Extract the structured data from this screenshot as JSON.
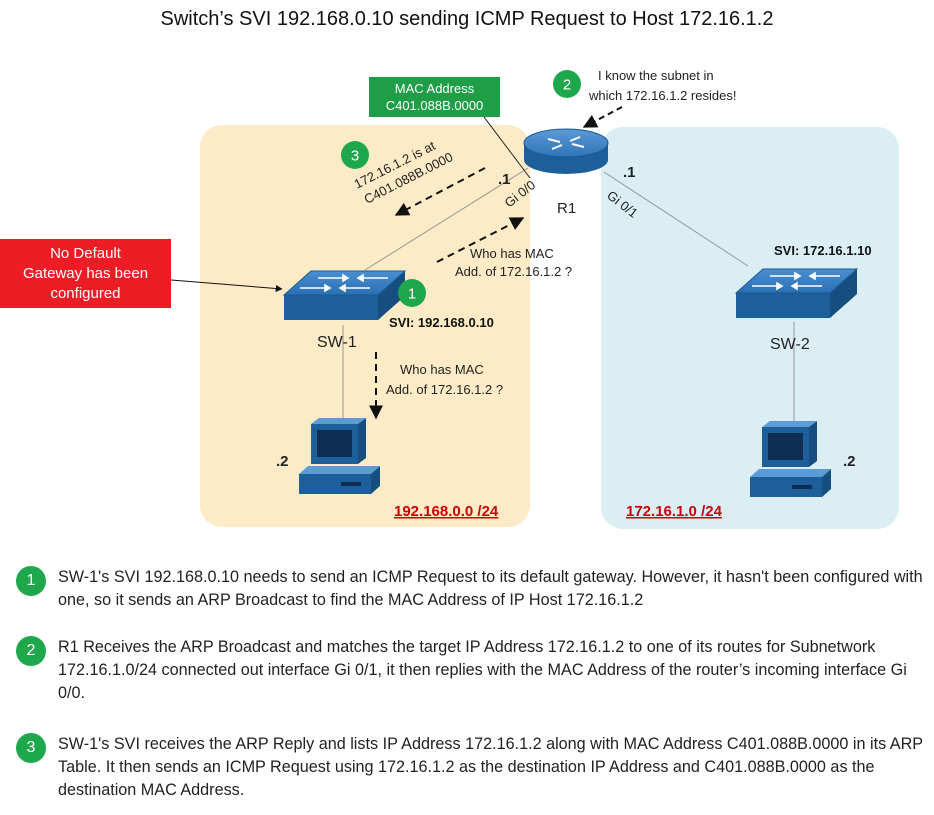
{
  "title": "Switch’s SVI 192.168.0.10 sending ICMP Request to Host 172.16.1.2",
  "colors": {
    "left_zone": "#fcebc6",
    "right_zone": "#dbeef4",
    "badge_green": "#1ea84b",
    "mac_box_green": "#1f9e47",
    "alert_red": "#ee1c24",
    "device_blue": "#1d5f9a",
    "subnet_label_red": "#cc0000"
  },
  "zones": {
    "left_subnet": "192.168.0.0 /24",
    "right_subnet": "172.16.1.0 /24"
  },
  "router": {
    "name": "R1",
    "left_if": "Gi 0/0",
    "right_if": "Gi 0/1",
    "left_ip_suffix": ".1",
    "right_ip_suffix": ".1"
  },
  "sw1": {
    "name": "SW-1",
    "svi": "SVI: 192.168.0.10"
  },
  "sw2": {
    "name": "SW-2",
    "svi": "SVI: 172.16.1.10"
  },
  "host_left_ip_suffix": ".2",
  "host_right_ip_suffix": ".2",
  "mac_box": {
    "line1": "MAC Address",
    "line2": "C401.088B.0000"
  },
  "no_gateway_lines": [
    "No Default",
    "Gateway has been",
    "configured"
  ],
  "callout_step2": [
    "I know the subnet in",
    "which 172.16.1.2 resides!"
  ],
  "callout_step3": [
    "172.16.1.2 is at",
    "C401.088B.0000"
  ],
  "arp_to_router": [
    "Who has MAC",
    "Add. of 172.16.1.2 ?"
  ],
  "arp_to_host": [
    "Who has MAC",
    "Add. of 172.16.1.2 ?"
  ],
  "steps": [
    {
      "num": "1",
      "text": "SW-1's SVI 192.168.0.10 needs to send an ICMP Request to its default gateway. However, it hasn't been configured with one, so it sends an ARP Broadcast to find the MAC Address of IP Host 172.16.1.2"
    },
    {
      "num": "2",
      "text": "R1 Receives the ARP Broadcast and matches the target IP Address 172.16.1.2 to one of its routes for Subnetwork 172.16.1.0/24 connected out interface Gi 0/1, it then replies with the MAC Address of the router’s incoming interface Gi 0/0."
    },
    {
      "num": "3",
      "text": "SW-1's SVI receives the ARP Reply and lists IP Address 172.16.1.2 along with MAC Address C401.088B.0000 in its ARP Table. It then sends an ICMP Request using 172.16.1.2 as the destination IP Address and C401.088B.0000 as the destination MAC Address."
    }
  ]
}
